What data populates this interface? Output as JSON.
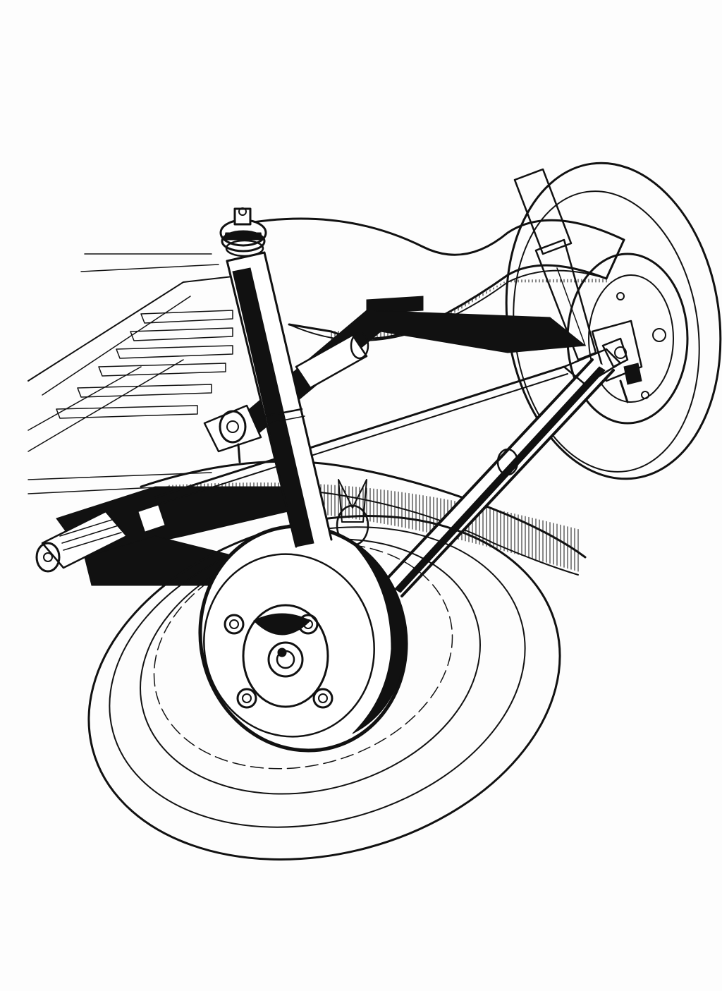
{
  "illustration": {
    "style": "black-and-white technical line drawing",
    "subject_parts": [
      "chassis-frame",
      "floor-pan",
      "rear-axle-tube",
      "shock-absorber",
      "coil-spring-top-mount",
      "trailing-arm",
      "radius-rod",
      "brake-drum",
      "wheel-hub",
      "wheel-nuts",
      "tyre",
      "far-wheel",
      "brake-backing-plate"
    ],
    "colors": {
      "ink": "#111111",
      "paper": "#ffffff",
      "background": "#fdfdfd"
    }
  }
}
